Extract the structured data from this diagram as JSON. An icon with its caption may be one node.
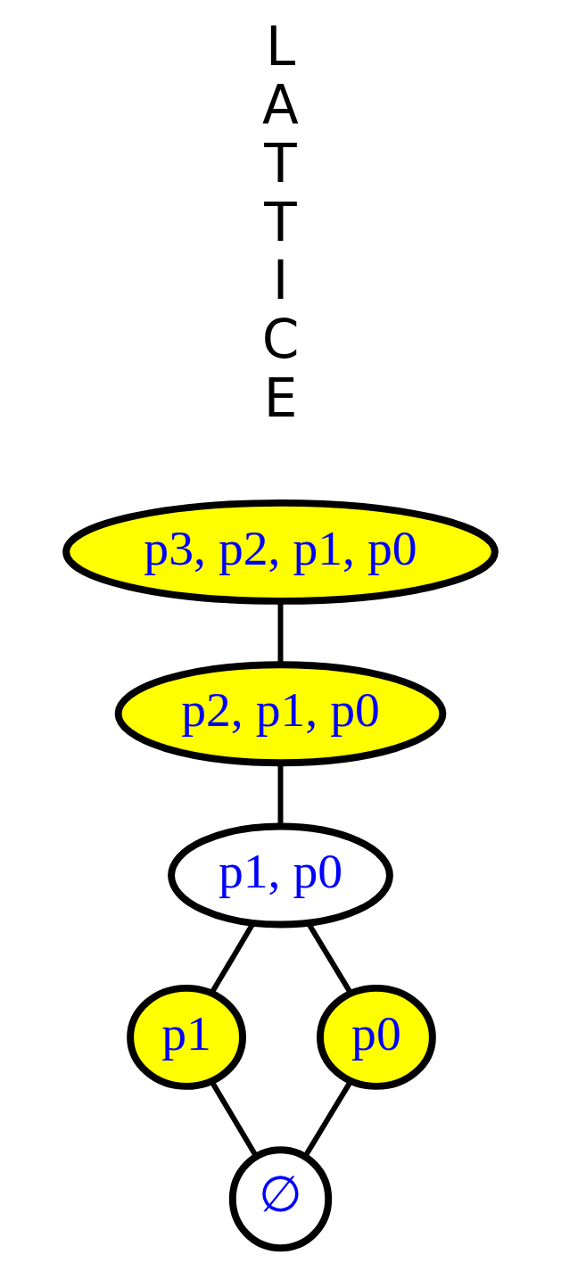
{
  "diagram": {
    "nodes": [
      {
        "text": [
          "p3, p2, p1, p0"
        ]
      },
      {
        "text": [
          "p2, p1, p0"
        ]
      },
      {
        "text": [
          "p1, p0"
        ]
      },
      {
        "text": [
          "p1"
        ]
      },
      {
        "text": [
          "p0"
        ]
      },
      {
        "text": [
          "∅"
        ]
      }
    ],
    "edges": [
      {
        "from": 0,
        "to": 1,
        "arrow": "none"
      },
      {
        "from": 1,
        "to": 2,
        "arrow": "none"
      },
      {
        "from": 2,
        "to": 3,
        "arrow": "none"
      },
      {
        "from": 2,
        "to": 4,
        "arrow": "none"
      },
      {
        "from": 3,
        "to": 5,
        "arrow": "none"
      },
      {
        "from": 4,
        "to": 5,
        "arrow": "none"
      }
    ],
    "labels": [
      "LATTICE"
    ]
  }
}
